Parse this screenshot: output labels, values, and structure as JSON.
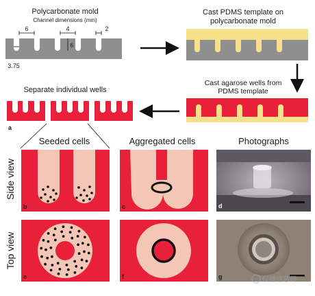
{
  "titles": {
    "mold": "Polycarbonate mold",
    "mold_sub": "Channel dimensions (mm)",
    "cast_pdms_1": "Cast PDMS template on",
    "cast_pdms_2": "polycarbonate mold",
    "cast_agarose_1": "Cast agarose wells from",
    "cast_agarose_2": "PDMS template",
    "separate": "Separate individual wells"
  },
  "dimensions": {
    "d6": "6",
    "d4": "4",
    "d2": "2",
    "d6v": "6",
    "d375": "3.75"
  },
  "column_headers": {
    "seeded": "Seeded cells",
    "aggregated": "Aggregated cells",
    "photographs": "Photographs"
  },
  "row_labels": {
    "side": "Side view",
    "top": "Top view"
  },
  "panel_letters": {
    "a": "a",
    "b": "b",
    "c": "c",
    "d": "d",
    "e": "e",
    "f": "f",
    "g": "g"
  },
  "watermark": "仪器信息网",
  "colors": {
    "mold_gray": "#8f8f8f",
    "pdms_yellow": "#f7e08a",
    "agarose_red": "#e8203a",
    "cell_pink": "#f4c6b6",
    "cell_black": "#111111"
  }
}
